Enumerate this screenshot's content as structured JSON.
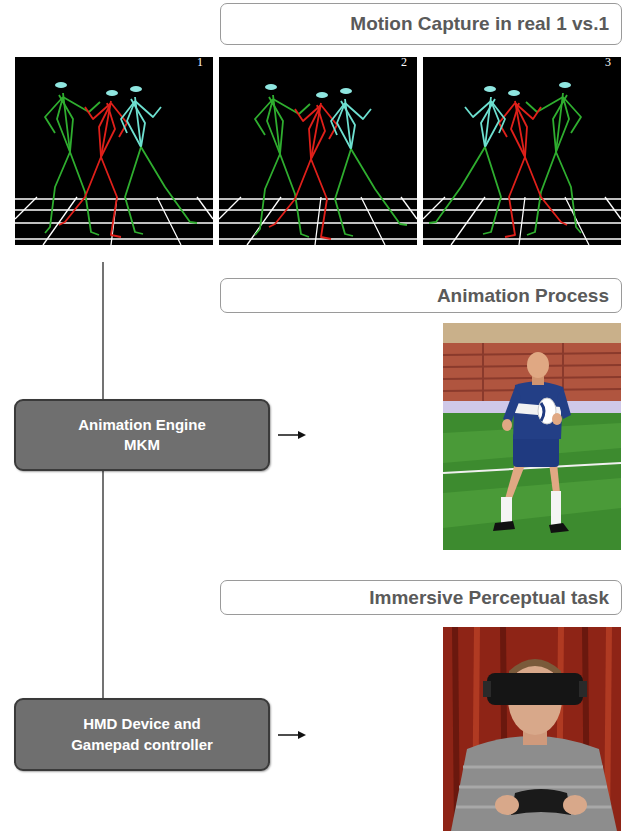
{
  "diagram": {
    "nodes": [
      {
        "text": [
          "Motion Capture in real 1 vs.1"
        ]
      },
      {
        "text": [
          "Animation Process"
        ]
      },
      {
        "text": [
          "Animation Engine MKM"
        ]
      },
      {
        "text": [
          "Immersive Perceptual task"
        ]
      },
      {
        "text": [
          "HMD Device and Gamepad controller"
        ]
      }
    ],
    "edges": [
      {
        "from": 2,
        "to": 4,
        "arrow": "none"
      }
    ],
    "labels": [
      "1",
      "2",
      "3"
    ]
  }
}
